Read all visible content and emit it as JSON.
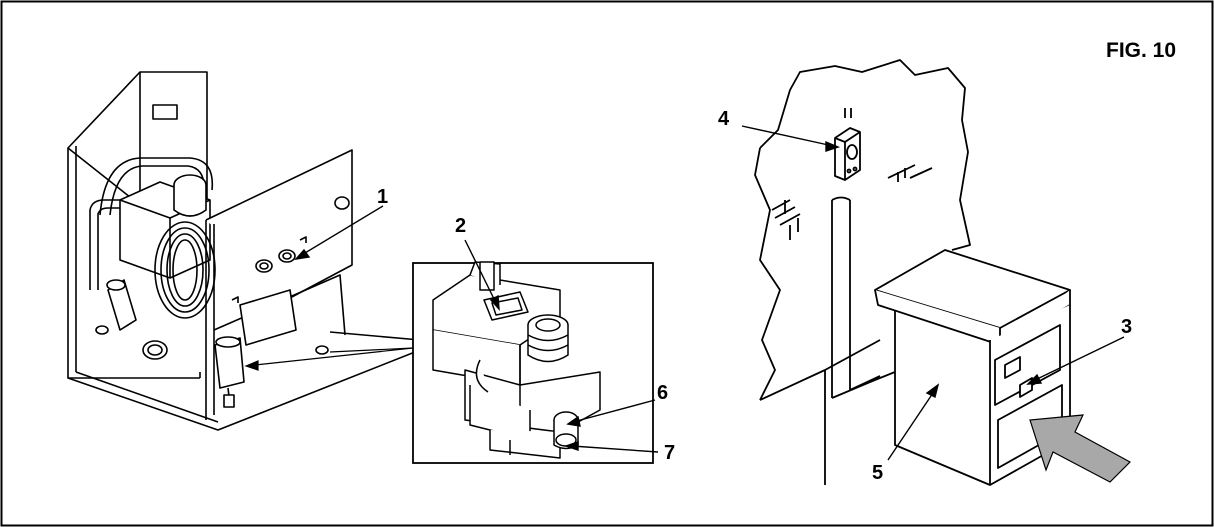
{
  "figure": {
    "title": "FIG. 10"
  },
  "callouts": [
    {
      "id": "1",
      "text": "1"
    },
    {
      "id": "2",
      "text": "2"
    },
    {
      "id": "3",
      "text": "3"
    },
    {
      "id": "4",
      "text": "4"
    },
    {
      "id": "5",
      "text": "5"
    },
    {
      "id": "6",
      "text": "6"
    },
    {
      "id": "7",
      "text": "7"
    }
  ],
  "colors": {
    "line": "#000000",
    "background": "#ffffff",
    "arrow_fill": "#a8a8a8"
  }
}
